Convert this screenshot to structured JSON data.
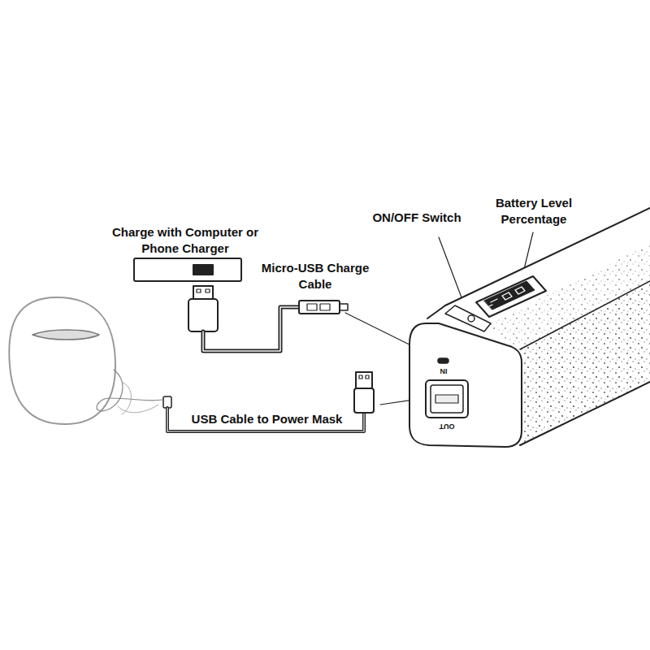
{
  "diagram": {
    "labels": [
      "Charge with Computer or Phone Charger",
      "Micro-USB Charge Cable",
      "ON/OFF Switch",
      "Battery Level Percentage",
      "USB Cable to Power Mask",
      "IN",
      "OUT"
    ]
  }
}
